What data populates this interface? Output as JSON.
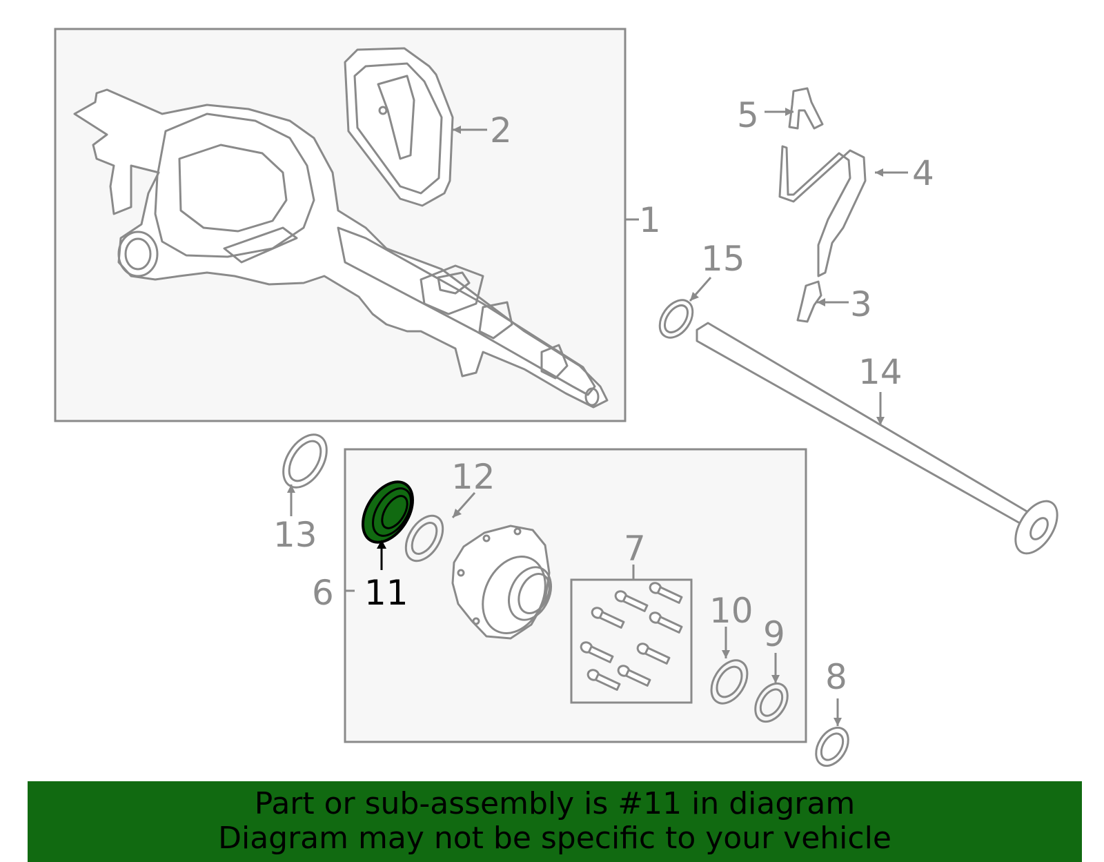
{
  "highlight_color": "#116a11",
  "callout_labels": {
    "c1": "1",
    "c2": "2",
    "c3": "3",
    "c4": "4",
    "c5": "5",
    "c6": "6",
    "c7": "7",
    "c8": "8",
    "c9": "9",
    "c10": "10",
    "c11": "11",
    "c12": "12",
    "c13": "13",
    "c14": "14",
    "c15": "15"
  },
  "highlighted_part": "11",
  "footer": {
    "line1": "Part or sub-assembly is #11 in diagram",
    "line2": "Diagram may not be specific to your vehicle"
  }
}
